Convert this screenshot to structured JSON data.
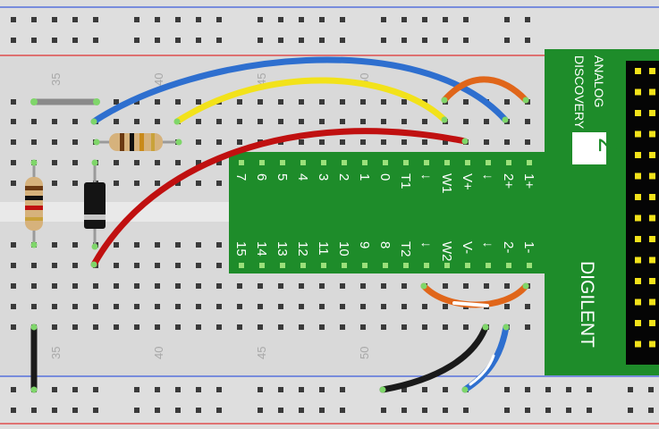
{
  "breadboard": {
    "column_labels_top": [
      "35",
      "40",
      "45",
      "50"
    ],
    "column_labels_bottom": [
      "35",
      "40",
      "45",
      "50"
    ]
  },
  "adapter": {
    "brand_line1": "ANALOG",
    "brand_line2": "DISCOVERY",
    "model_number": "2",
    "maker": "DIGILENT",
    "top_row_pins": [
      "7",
      "6",
      "5",
      "4",
      "3",
      "2",
      "1",
      "0",
      "T1",
      "↓",
      "W1",
      "V+",
      "↓",
      "2+",
      "1+"
    ],
    "bottom_row_pins": [
      "15",
      "14",
      "13",
      "12",
      "11",
      "10",
      "9",
      "8",
      "T2",
      "↓",
      "W2",
      "V-",
      "↓",
      "2-",
      "1-"
    ]
  },
  "colors": {
    "board": "#d9d9d9",
    "rail_blue": "#3b5bdb",
    "rail_red": "#e03131",
    "adapter_green": "#1e8c2a",
    "wire_blue": "#2e6fcf",
    "wire_yellow": "#f2e21a",
    "wire_red": "#c01010",
    "wire_orange": "#e0661a",
    "wire_black": "#1a1a1a",
    "wire_gray": "#8a8a8a"
  }
}
